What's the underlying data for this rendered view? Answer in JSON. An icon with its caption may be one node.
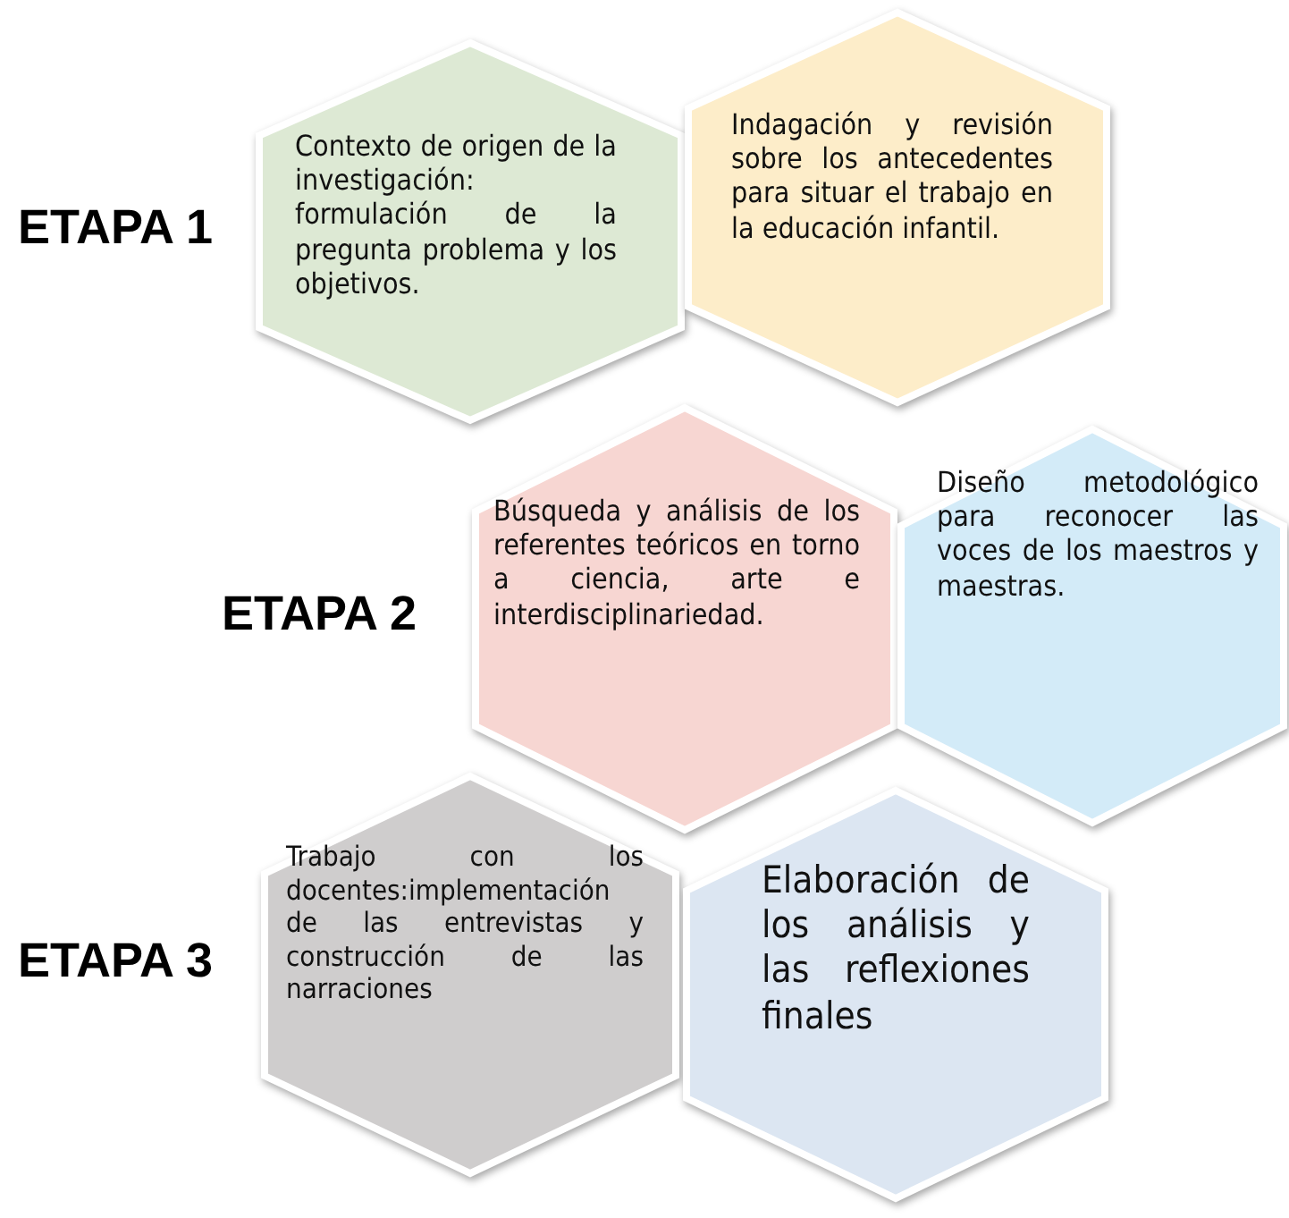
{
  "diagram": {
    "nodes": [
      {
        "text": [
          "Contexto de origen de la investigación: formulación de la pregunta problema y los objetivos."
        ]
      },
      {
        "text": [
          "Indagación y revisión sobre los antecedentes para situar el trabajo en la educación infantil."
        ]
      },
      {
        "text": [
          "Búsqueda y análisis de los referentes teóricos en torno a ciencia, arte e interdisciplinariedad."
        ]
      },
      {
        "text": [
          "Diseño metodológico para reconocer las voces de los maestros y maestras."
        ]
      },
      {
        "text": [
          "Trabajo con los docentes:implementación de las entrevistas y construcción de las narraciones"
        ]
      },
      {
        "text": [
          "Elaboración de los análisis y las reflexiones finales"
        ]
      }
    ],
    "labels": [
      "ETAPA 1",
      "ETAPA 2",
      "ETAPA 3"
    ]
  }
}
